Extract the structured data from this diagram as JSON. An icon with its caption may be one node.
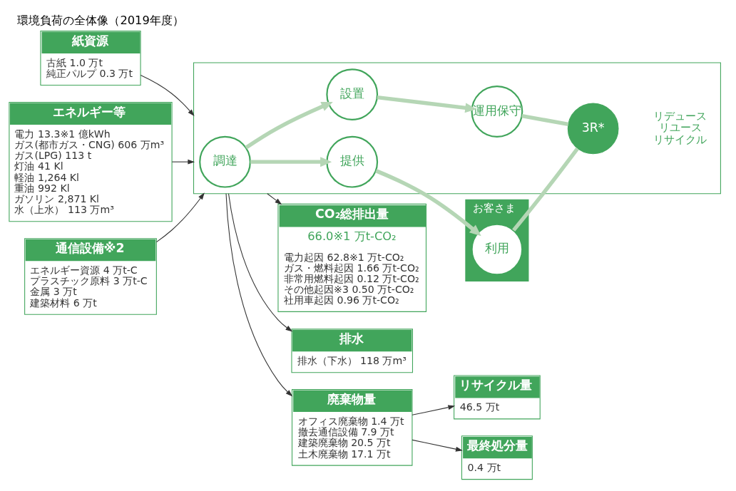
{
  "diagram": {
    "title": "環境負荷の全体像（2019年度）",
    "nodes": [
      {
        "text": [
          "紙資源",
          "古紙 1.0 万t",
          "純正パルプ 0.3 万t"
        ]
      },
      {
        "text": [
          "エネルギー等",
          "電力 13.3※1 億kWh",
          "ガス(都市ガス・CNG) 606 万m³",
          "ガス(LPG) 113 t",
          "灯油 41 Kl",
          "軽油 1,264 Kl",
          "重油 992 Kl",
          "ガソリン 2,871 Kl",
          "水（上水） 113 万m³"
        ]
      },
      {
        "text": [
          "通信設備※2",
          "エネルギー資源 4 万t-C",
          "プラスチック原料 3 万t-C",
          "金属 3 万t",
          "建築材料 6 万t"
        ]
      },
      {
        "text": [
          "お客さま"
        ]
      },
      {
        "text": [
          "利用"
        ],
        "in": 3
      },
      {
        "text": [],
        "shape": "box"
      },
      {
        "text": [
          "提供"
        ],
        "in": 5
      },
      {
        "text": [
          "調達"
        ],
        "in": 5
      },
      {
        "text": [
          "3R*"
        ],
        "in": 5,
        "beside": [
          "リデュース",
          "リユース",
          "リサイクル"
        ]
      },
      {
        "text": [
          "設置"
        ],
        "in": 5
      },
      {
        "text": [
          "運用保守"
        ],
        "in": 5
      },
      {
        "text": [
          "CO₂総排出量",
          "66.0※1 万t-CO₂",
          "電力起因 62.8※1 万t-CO₂",
          "ガス・燃料起因 1.66 万t-CO₂",
          "非常用燃料起因 0.12 万t-CO₂",
          "その他起因※3 0.50 万t-CO₂",
          "社用車起因 0.96 万t-CO₂"
        ]
      },
      {
        "text": [
          "排水",
          "排水（下水） 118 万m³"
        ]
      },
      {
        "text": [
          "廃棄物量",
          "オフィス廃棄物 1.4 万t",
          "撤去通信設備 7.9 万t",
          "建築廃棄物 20.5 万t",
          "土木廃棄物 17.1 万t"
        ]
      },
      {
        "text": [
          "リサイクル量",
          "46.5 万t"
        ]
      },
      {
        "text": [
          "最終処分量",
          "0.4 万t"
        ]
      }
    ],
    "edges": [
      {
        "from": 0,
        "to": 5,
        "arrow": "to"
      },
      {
        "from": 1,
        "to": 5,
        "arrow": "to"
      },
      {
        "from": 2,
        "to": 5,
        "arrow": "to"
      },
      {
        "from": 7,
        "to": 6,
        "arrow": "to",
        "style": "thick",
        "color": "#b5d6b5"
      },
      {
        "from": 6,
        "to": 4,
        "arrow": "to",
        "style": "thick",
        "color": "#b5d6b5"
      },
      {
        "from": 4,
        "to": 8,
        "arrow": "none",
        "style": "thick",
        "color": "#b5d6b5"
      },
      {
        "from": 7,
        "to": 9,
        "arrow": "to",
        "style": "thick",
        "color": "#b5d6b5"
      },
      {
        "from": 9,
        "to": 10,
        "arrow": "to",
        "style": "thick",
        "color": "#b5d6b5"
      },
      {
        "from": 10,
        "to": 8,
        "arrow": "none",
        "style": "thick",
        "color": "#b5d6b5"
      },
      {
        "from": 5,
        "to": 11,
        "arrow": "to"
      },
      {
        "from": 5,
        "to": 12,
        "arrow": "to"
      },
      {
        "from": 5,
        "to": 13,
        "arrow": "to"
      },
      {
        "from": 13,
        "to": 14,
        "arrow": "to"
      },
      {
        "from": 13,
        "to": 15,
        "arrow": "to"
      }
    ]
  }
}
